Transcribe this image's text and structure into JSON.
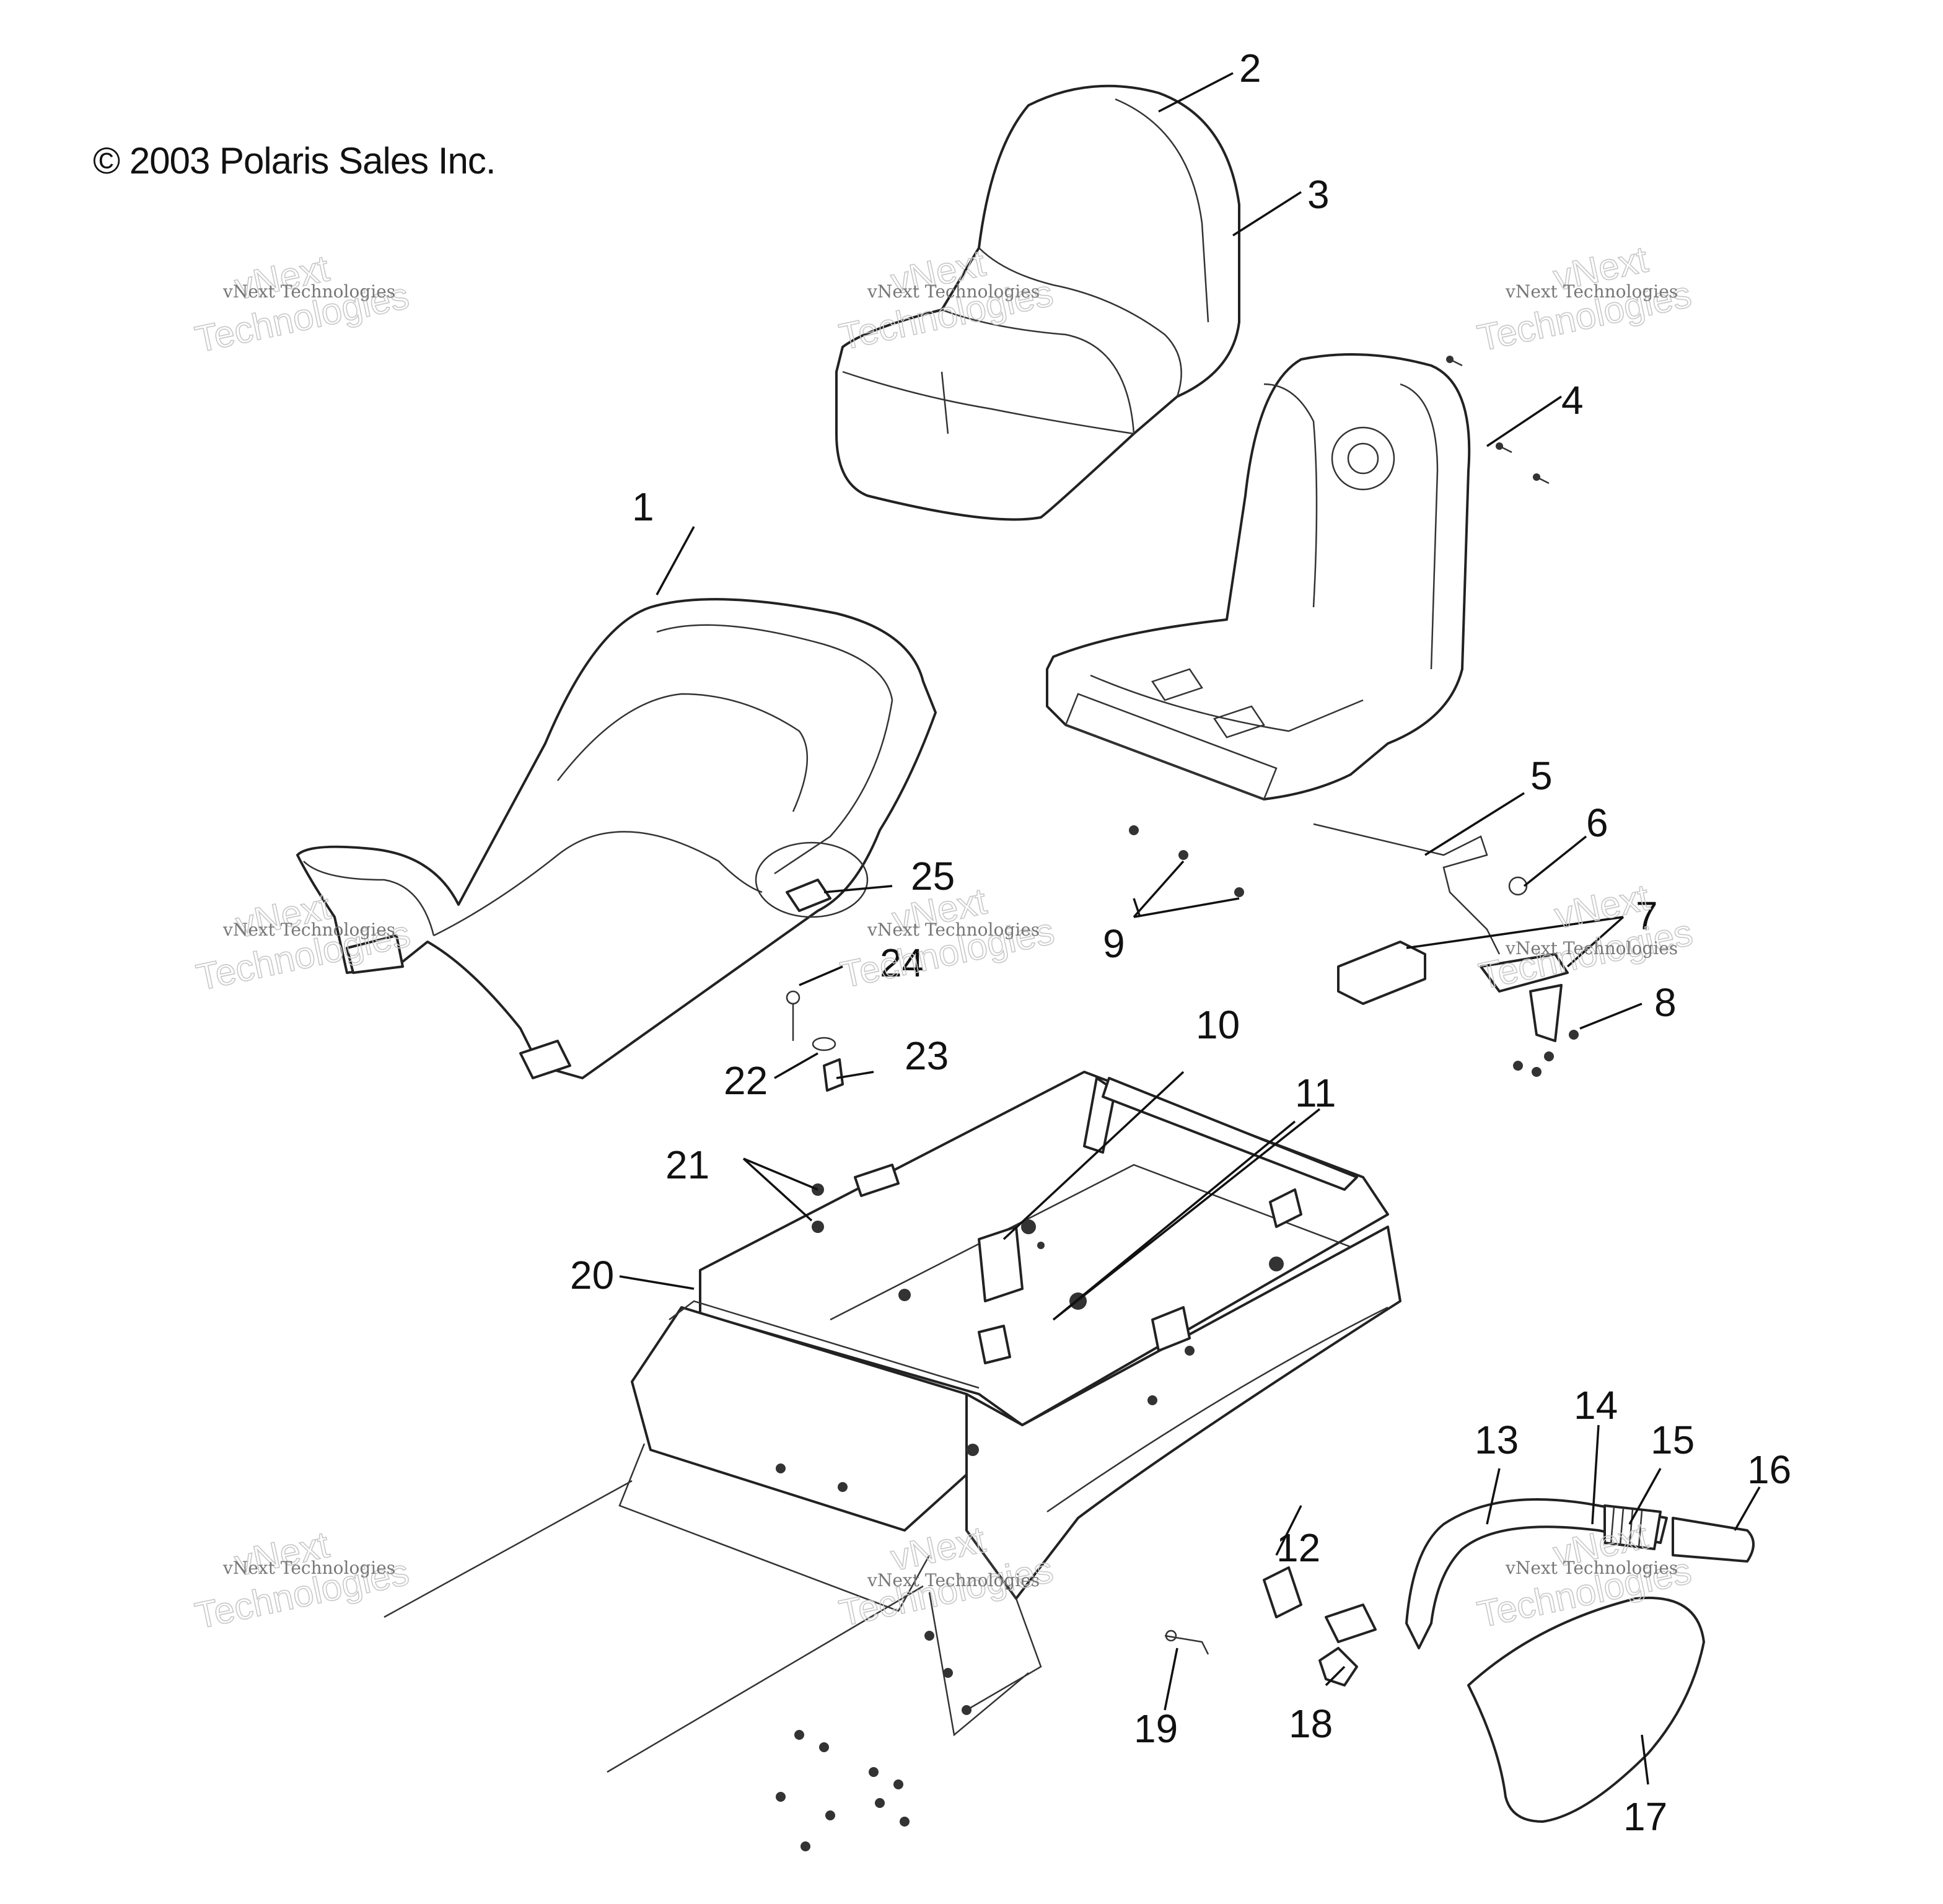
{
  "copyright": "© 2003 Polaris Sales Inc.",
  "watermark": {
    "small": "vNext Technologies",
    "large_line1": "vNext",
    "large_line2": "Technologies"
  },
  "callouts": [
    "1",
    "2",
    "3",
    "4",
    "5",
    "6",
    "7",
    "8",
    "9",
    "10",
    "11",
    "12",
    "13",
    "14",
    "15",
    "16",
    "17",
    "18",
    "19",
    "20",
    "21",
    "22",
    "23",
    "24",
    "25"
  ]
}
